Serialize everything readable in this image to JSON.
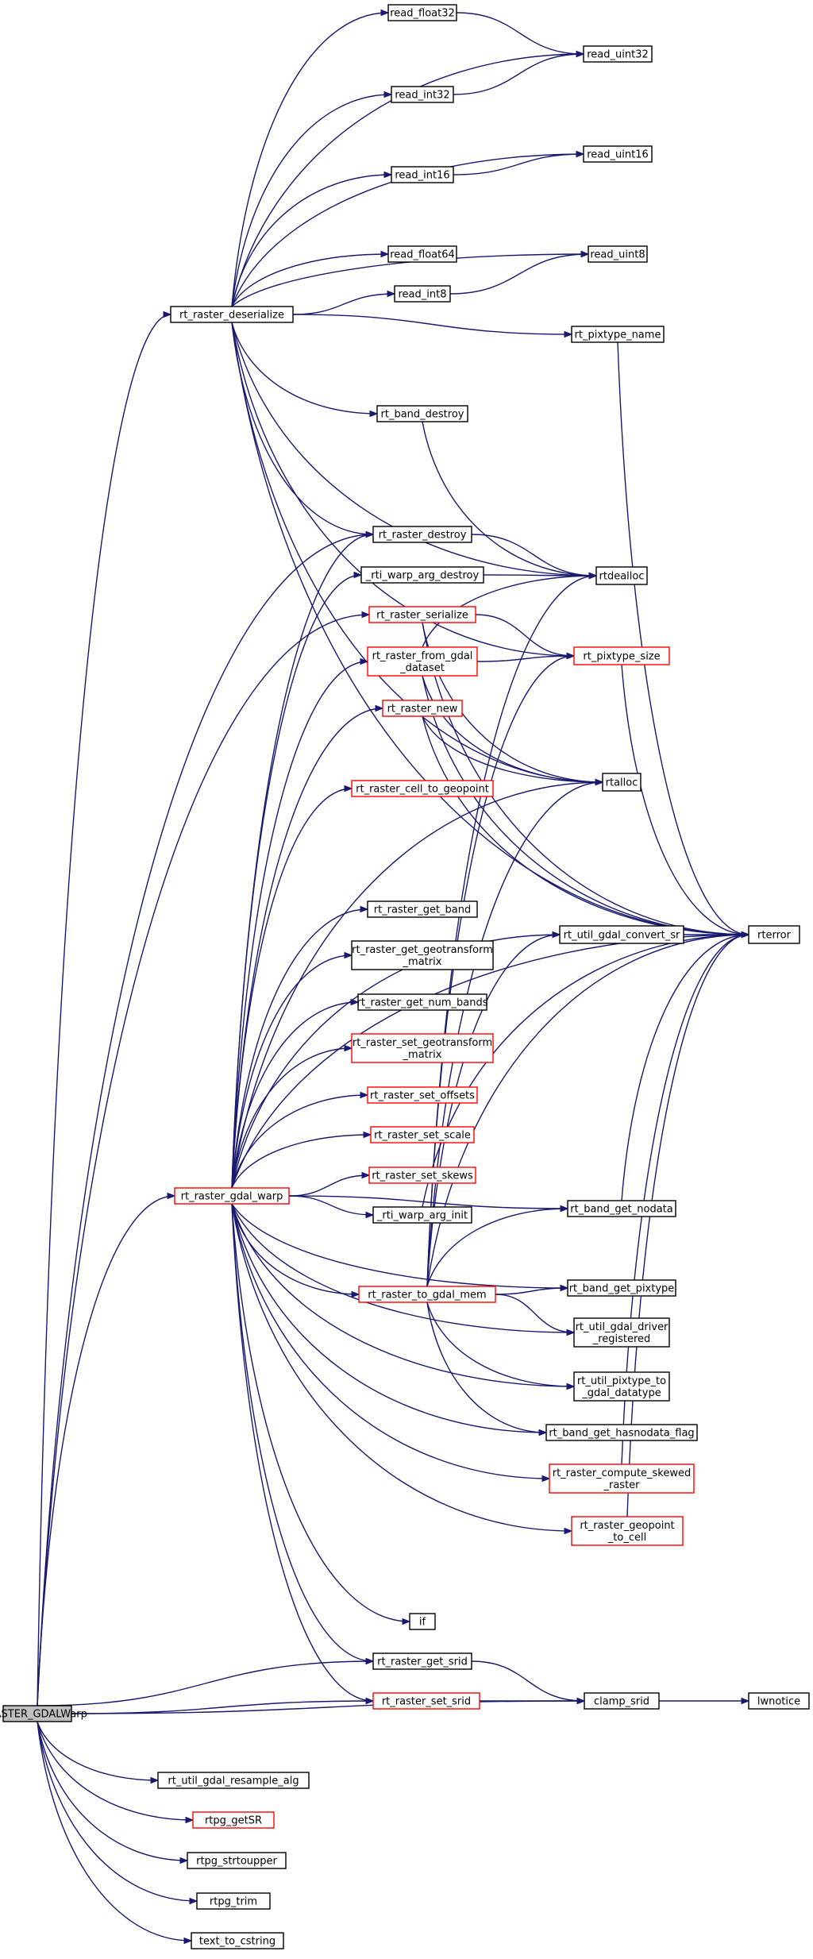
{
  "colors": {
    "edge": "#191970",
    "box_border": "#000000",
    "incomplete_border": "#ff0000",
    "root_fill": "#bfbfbf",
    "box_fill": "#ffffff"
  },
  "nodes": {
    "RASTER_GDALWarp": {
      "label": [
        "RASTER_GDALWarp"
      ],
      "incomplete": false,
      "root": true
    },
    "rt_raster_deserialize": {
      "label": [
        "rt_raster_deserialize"
      ],
      "incomplete": false
    },
    "read_float32": {
      "label": [
        "read_float32"
      ],
      "incomplete": false
    },
    "read_uint32": {
      "label": [
        "read_uint32"
      ],
      "incomplete": false
    },
    "read_int32": {
      "label": [
        "read_int32"
      ],
      "incomplete": false
    },
    "read_uint16": {
      "label": [
        "read_uint16"
      ],
      "incomplete": false
    },
    "read_int16": {
      "label": [
        "read_int16"
      ],
      "incomplete": false
    },
    "read_float64": {
      "label": [
        "read_float64"
      ],
      "incomplete": false
    },
    "read_uint8": {
      "label": [
        "read_uint8"
      ],
      "incomplete": false
    },
    "read_int8": {
      "label": [
        "read_int8"
      ],
      "incomplete": false
    },
    "rt_pixtype_name": {
      "label": [
        "rt_pixtype_name"
      ],
      "incomplete": false
    },
    "rt_band_destroy": {
      "label": [
        "rt_band_destroy"
      ],
      "incomplete": false
    },
    "rt_raster_destroy": {
      "label": [
        "rt_raster_destroy"
      ],
      "incomplete": false
    },
    "_rti_warp_arg_destroy": {
      "label": [
        "_rti_warp_arg_destroy"
      ],
      "incomplete": false
    },
    "rt_raster_serialize": {
      "label": [
        "rt_raster_serialize"
      ],
      "incomplete": true
    },
    "rt_raster_from_gdal_dataset": {
      "label": [
        "rt_raster_from_gdal",
        "_dataset"
      ],
      "incomplete": true
    },
    "rt_raster_new": {
      "label": [
        "rt_raster_new"
      ],
      "incomplete": true
    },
    "rt_raster_cell_to_geopoint": {
      "label": [
        "rt_raster_cell_to_geopoint"
      ],
      "incomplete": true
    },
    "rtdealloc": {
      "label": [
        "rtdealloc"
      ],
      "incomplete": false
    },
    "rt_pixtype_size": {
      "label": [
        "rt_pixtype_size"
      ],
      "incomplete": true
    },
    "rtalloc": {
      "label": [
        "rtalloc"
      ],
      "incomplete": false
    },
    "rterror": {
      "label": [
        "rterror"
      ],
      "incomplete": false
    },
    "rt_raster_get_band": {
      "label": [
        "rt_raster_get_band"
      ],
      "incomplete": false
    },
    "rt_raster_get_geotransform_matrix": {
      "label": [
        "rt_raster_get_geotransform",
        "_matrix"
      ],
      "incomplete": false
    },
    "rt_raster_get_num_bands": {
      "label": [
        "rt_raster_get_num_bands"
      ],
      "incomplete": false
    },
    "rt_raster_set_geotransform_matrix": {
      "label": [
        "rt_raster_set_geotransform",
        "_matrix"
      ],
      "incomplete": true
    },
    "rt_raster_set_offsets": {
      "label": [
        "rt_raster_set_offsets"
      ],
      "incomplete": true
    },
    "rt_raster_set_scale": {
      "label": [
        "rt_raster_set_scale"
      ],
      "incomplete": true
    },
    "rt_raster_set_skews": {
      "label": [
        "rt_raster_set_skews"
      ],
      "incomplete": true
    },
    "rt_raster_gdal_warp": {
      "label": [
        "rt_raster_gdal_warp"
      ],
      "incomplete": true
    },
    "_rti_warp_arg_init": {
      "label": [
        "_rti_warp_arg_init"
      ],
      "incomplete": false
    },
    "rt_util_gdal_convert_sr": {
      "label": [
        "rt_util_gdal_convert_sr"
      ],
      "incomplete": false
    },
    "rt_band_get_nodata": {
      "label": [
        "rt_band_get_nodata"
      ],
      "incomplete": false
    },
    "rt_raster_to_gdal_mem": {
      "label": [
        "rt_raster_to_gdal_mem"
      ],
      "incomplete": true
    },
    "rt_band_get_pixtype": {
      "label": [
        "rt_band_get_pixtype"
      ],
      "incomplete": false
    },
    "rt_util_gdal_driver_registered": {
      "label": [
        "rt_util_gdal_driver",
        "_registered"
      ],
      "incomplete": false
    },
    "rt_util_pixtype_to_gdal_datatype": {
      "label": [
        "rt_util_pixtype_to",
        "_gdal_datatype"
      ],
      "incomplete": false
    },
    "rt_band_get_hasnodata_flag": {
      "label": [
        "rt_band_get_hasnodata_flag"
      ],
      "incomplete": false
    },
    "rt_raster_compute_skewed_raster": {
      "label": [
        "rt_raster_compute_skewed",
        "_raster"
      ],
      "incomplete": true
    },
    "rt_raster_geopoint_to_cell": {
      "label": [
        "rt_raster_geopoint",
        "_to_cell"
      ],
      "incomplete": true
    },
    "if": {
      "label": [
        "if"
      ],
      "incomplete": false
    },
    "rt_raster_get_srid": {
      "label": [
        "rt_raster_get_srid"
      ],
      "incomplete": false
    },
    "rt_raster_set_srid": {
      "label": [
        "rt_raster_set_srid"
      ],
      "incomplete": true
    },
    "clamp_srid": {
      "label": [
        "clamp_srid"
      ],
      "incomplete": false
    },
    "lwnotice": {
      "label": [
        "lwnotice"
      ],
      "incomplete": false
    },
    "rt_util_gdal_resample_alg": {
      "label": [
        "rt_util_gdal_resample_alg"
      ],
      "incomplete": false
    },
    "rtpg_getSR": {
      "label": [
        "rtpg_getSR"
      ],
      "incomplete": true
    },
    "rtpg_strtoupper": {
      "label": [
        "rtpg_strtoupper"
      ],
      "incomplete": false
    },
    "rtpg_trim": {
      "label": [
        "rtpg_trim"
      ],
      "incomplete": false
    },
    "text_to_cstring": {
      "label": [
        "text_to_cstring"
      ],
      "incomplete": false
    }
  },
  "edges": [
    [
      "RASTER_GDALWarp",
      "rt_raster_deserialize"
    ],
    [
      "RASTER_GDALWarp",
      "rt_raster_destroy"
    ],
    [
      "RASTER_GDALWarp",
      "rt_raster_serialize"
    ],
    [
      "RASTER_GDALWarp",
      "rt_raster_gdal_warp"
    ],
    [
      "RASTER_GDALWarp",
      "rt_raster_get_srid"
    ],
    [
      "RASTER_GDALWarp",
      "rt_raster_set_srid"
    ],
    [
      "RASTER_GDALWarp",
      "clamp_srid"
    ],
    [
      "RASTER_GDALWarp",
      "rt_util_gdal_resample_alg"
    ],
    [
      "RASTER_GDALWarp",
      "rtpg_getSR"
    ],
    [
      "RASTER_GDALWarp",
      "rtpg_strtoupper"
    ],
    [
      "RASTER_GDALWarp",
      "rtpg_trim"
    ],
    [
      "RASTER_GDALWarp",
      "text_to_cstring"
    ],
    [
      "rt_raster_deserialize",
      "read_float32"
    ],
    [
      "rt_raster_deserialize",
      "read_uint32"
    ],
    [
      "rt_raster_deserialize",
      "read_int32"
    ],
    [
      "rt_raster_deserialize",
      "read_uint16"
    ],
    [
      "rt_raster_deserialize",
      "read_int16"
    ],
    [
      "rt_raster_deserialize",
      "read_uint8"
    ],
    [
      "rt_raster_deserialize",
      "read_float64"
    ],
    [
      "rt_raster_deserialize",
      "read_int8"
    ],
    [
      "rt_raster_deserialize",
      "rt_pixtype_name"
    ],
    [
      "rt_raster_deserialize",
      "rt_band_destroy"
    ],
    [
      "rt_raster_deserialize",
      "rt_raster_destroy"
    ],
    [
      "rt_raster_deserialize",
      "rtdealloc"
    ],
    [
      "rt_raster_deserialize",
      "rt_pixtype_size"
    ],
    [
      "rt_raster_deserialize",
      "rtalloc"
    ],
    [
      "rt_raster_deserialize",
      "rterror"
    ],
    [
      "read_float32",
      "read_uint32"
    ],
    [
      "read_int32",
      "read_uint32"
    ],
    [
      "read_int16",
      "read_uint16"
    ],
    [
      "read_int8",
      "read_uint8"
    ],
    [
      "rt_pixtype_name",
      "rterror"
    ],
    [
      "rt_band_destroy",
      "rtdealloc"
    ],
    [
      "rt_raster_destroy",
      "rtdealloc"
    ],
    [
      "_rti_warp_arg_destroy",
      "rtdealloc"
    ],
    [
      "rt_raster_serialize",
      "rt_pixtype_size"
    ],
    [
      "rt_raster_serialize",
      "rtalloc"
    ],
    [
      "rt_raster_serialize",
      "rterror"
    ],
    [
      "rt_raster_from_gdal_dataset",
      "rtdealloc"
    ],
    [
      "rt_raster_from_gdal_dataset",
      "rt_pixtype_size"
    ],
    [
      "rt_raster_from_gdal_dataset",
      "rtalloc"
    ],
    [
      "rt_raster_from_gdal_dataset",
      "rterror"
    ],
    [
      "rt_raster_new",
      "rtalloc"
    ],
    [
      "rt_raster_new",
      "rterror"
    ],
    [
      "rt_pixtype_size",
      "rterror"
    ],
    [
      "rt_util_gdal_convert_sr",
      "rterror"
    ],
    [
      "rt_raster_gdal_warp",
      "rt_raster_destroy"
    ],
    [
      "rt_raster_gdal_warp",
      "_rti_warp_arg_destroy"
    ],
    [
      "rt_raster_gdal_warp",
      "rt_raster_from_gdal_dataset"
    ],
    [
      "rt_raster_gdal_warp",
      "rt_raster_new"
    ],
    [
      "rt_raster_gdal_warp",
      "rt_raster_cell_to_geopoint"
    ],
    [
      "rt_raster_gdal_warp",
      "rtalloc"
    ],
    [
      "rt_raster_gdal_warp",
      "rt_util_gdal_convert_sr"
    ],
    [
      "rt_raster_gdal_warp",
      "rt_raster_get_band"
    ],
    [
      "rt_raster_gdal_warp",
      "rt_raster_get_geotransform_matrix"
    ],
    [
      "rt_raster_gdal_warp",
      "rt_raster_get_num_bands"
    ],
    [
      "rt_raster_gdal_warp",
      "rt_raster_set_geotransform_matrix"
    ],
    [
      "rt_raster_gdal_warp",
      "rt_raster_set_offsets"
    ],
    [
      "rt_raster_gdal_warp",
      "rt_raster_set_scale"
    ],
    [
      "rt_raster_gdal_warp",
      "rt_raster_set_skews"
    ],
    [
      "rt_raster_gdal_warp",
      "_rti_warp_arg_init"
    ],
    [
      "rt_raster_gdal_warp",
      "rt_band_get_nodata"
    ],
    [
      "rt_raster_gdal_warp",
      "rt_raster_to_gdal_mem"
    ],
    [
      "rt_raster_gdal_warp",
      "rt_band_get_pixtype"
    ],
    [
      "rt_raster_gdal_warp",
      "rt_util_gdal_driver_registered"
    ],
    [
      "rt_raster_gdal_warp",
      "rt_util_pixtype_to_gdal_datatype"
    ],
    [
      "rt_raster_gdal_warp",
      "rt_band_get_hasnodata_flag"
    ],
    [
      "rt_raster_gdal_warp",
      "rt_raster_compute_skewed_raster"
    ],
    [
      "rt_raster_gdal_warp",
      "rt_raster_geopoint_to_cell"
    ],
    [
      "rt_raster_gdal_warp",
      "rterror"
    ],
    [
      "rt_raster_gdal_warp",
      "if"
    ],
    [
      "rt_raster_gdal_warp",
      "rt_raster_get_srid"
    ],
    [
      "rt_raster_gdal_warp",
      "rt_raster_set_srid"
    ],
    [
      "_rti_warp_arg_init",
      "rterror"
    ],
    [
      "rt_band_get_nodata",
      "rterror"
    ],
    [
      "rt_raster_to_gdal_mem",
      "rtdealloc"
    ],
    [
      "rt_raster_to_gdal_mem",
      "rt_pixtype_size"
    ],
    [
      "rt_raster_to_gdal_mem",
      "rtalloc"
    ],
    [
      "rt_raster_to_gdal_mem",
      "rt_util_gdal_convert_sr"
    ],
    [
      "rt_raster_to_gdal_mem",
      "rt_band_get_nodata"
    ],
    [
      "rt_raster_to_gdal_mem",
      "rterror"
    ],
    [
      "rt_raster_to_gdal_mem",
      "rt_band_get_pixtype"
    ],
    [
      "rt_raster_to_gdal_mem",
      "rt_util_gdal_driver_registered"
    ],
    [
      "rt_raster_to_gdal_mem",
      "rt_util_pixtype_to_gdal_datatype"
    ],
    [
      "rt_raster_to_gdal_mem",
      "rt_band_get_hasnodata_flag"
    ],
    [
      "rt_raster_compute_skewed_raster",
      "rterror"
    ],
    [
      "rt_raster_geopoint_to_cell",
      "rterror"
    ],
    [
      "rt_raster_get_srid",
      "clamp_srid"
    ],
    [
      "rt_raster_set_srid",
      "clamp_srid"
    ],
    [
      "clamp_srid",
      "lwnotice"
    ]
  ]
}
